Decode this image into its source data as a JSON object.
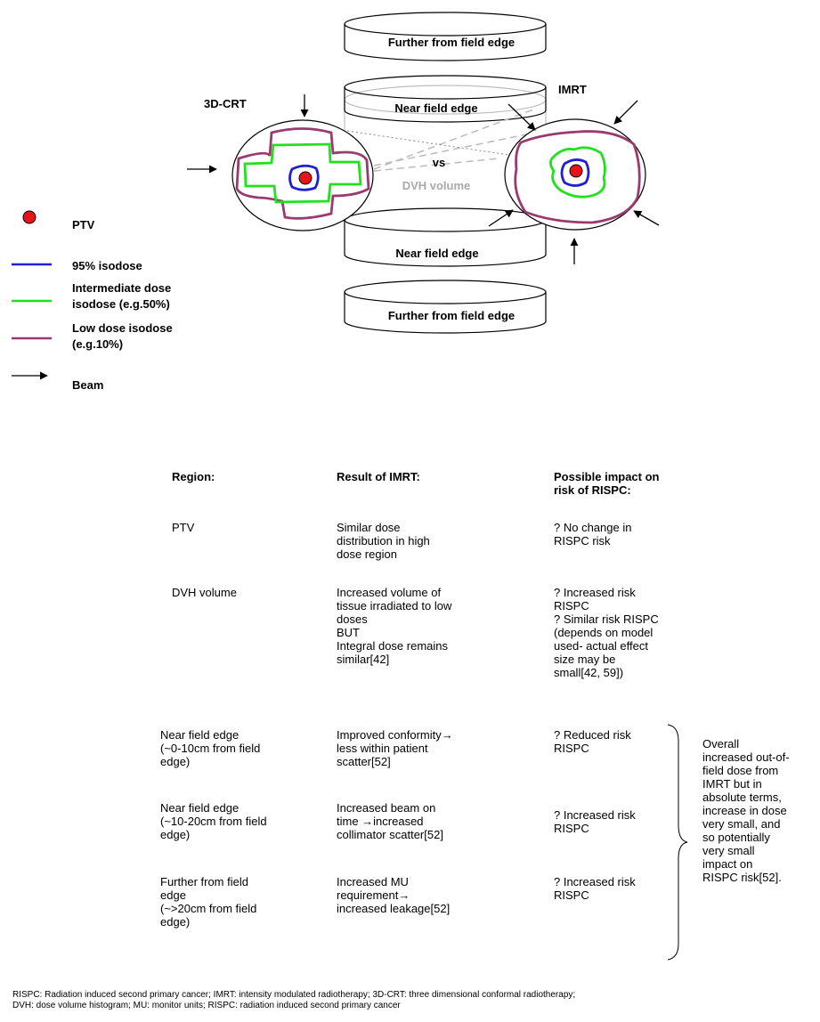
{
  "diagram": {
    "cylinders": {
      "top_further": "Further from field edge",
      "top_near": "Near field edge",
      "bottom_near": "Near field edge",
      "bottom_further": "Further from field edge"
    },
    "label_3dcrt": "3D-CRT",
    "label_imrt": "IMRT",
    "label_vs": "vs",
    "label_dvh": "DVH  volume",
    "colors": {
      "ptv": "#e8141b",
      "isodose95": "#1f1fd6",
      "intermediate": "#22e01e",
      "low": "#9b3a6e"
    }
  },
  "legend": [
    {
      "symbol": "ptv-dot",
      "label": "PTV"
    },
    {
      "symbol": "blue-line",
      "label": "95% isodose"
    },
    {
      "symbol": "green-line",
      "label": "Intermediate dose isodose (e.g.50%)"
    },
    {
      "symbol": "purple-line",
      "label": "Low dose isodose (e.g.10%)"
    },
    {
      "symbol": "arrow",
      "label": "Beam"
    }
  ],
  "table": {
    "headers": [
      "Region:",
      "Result of IMRT:",
      "Possible impact on risk of RISPC:"
    ],
    "rows": [
      {
        "region": "PTV",
        "result": "Similar dose\ndistribution in high\ndose region",
        "impact": "? No change in\nRISPC risk"
      },
      {
        "region": "DVH volume",
        "result": "Increased volume of\ntissue irradiated to low\ndoses\nBUT\nIntegral dose remains\nsimilar[42]",
        "impact": "? Increased risk\nRISPC\n? Similar risk RISPC\n(depends on model\nused- actual effect\nsize may be\nsmall[42, 59])"
      },
      {
        "region": "Near field edge\n (~0-10cm from field\nedge)",
        "result": "Improved conformity→\nless within patient\nscatter[52]",
        "impact": "? Reduced risk\nRISPC"
      },
      {
        "region": "Near field edge\n(~10-20cm from field\nedge)",
        "result": "Increased beam on\ntime →increased\ncollimator scatter[52]",
        "impact": "? Increased risk\nRISPC"
      },
      {
        "region": "Further from field\nedge\n (~>20cm from field\nedge)",
        "result": "Increased MU\nrequirement→\nincreased leakage[52]",
        "impact": "? Increased risk\nRISPC"
      }
    ],
    "overall_note": "Overall\nincreased out-of-\nfield dose from\nIMRT but in\nabsolute terms,\nincrease in dose\nvery small, and\nso potentially\nvery small\nimpact on\nRISPC risk[52]."
  },
  "footnote": "RISPC: Radiation induced second primary cancer; IMRT: intensity modulated radiotherapy; 3D-CRT: three dimensional conformal radiotherapy;\nDVH: dose volume histogram; MU: monitor units; RISPC: radiation induced second primary cancer"
}
